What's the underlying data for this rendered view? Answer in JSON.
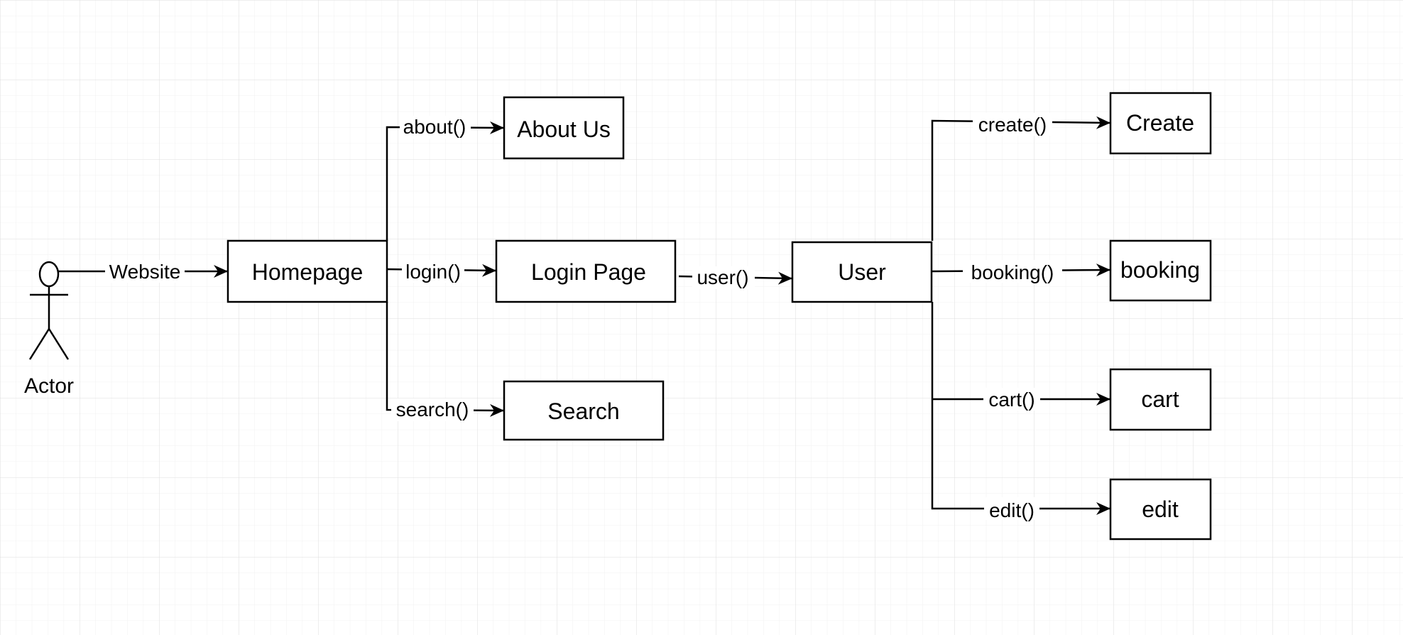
{
  "diagram": {
    "actor_label": "Actor",
    "nodes": {
      "homepage": "Homepage",
      "about_us": "About Us",
      "login_page": "Login Page",
      "search": "Search",
      "user": "User",
      "create": "Create",
      "booking": "booking",
      "cart": "cart",
      "edit": "edit"
    },
    "edges": {
      "website": "Website",
      "about": "about()",
      "login": "login()",
      "search": "search()",
      "user": "user()",
      "create": "create()",
      "booking": "booking()",
      "cart": "cart()",
      "edit": "edit()"
    }
  }
}
